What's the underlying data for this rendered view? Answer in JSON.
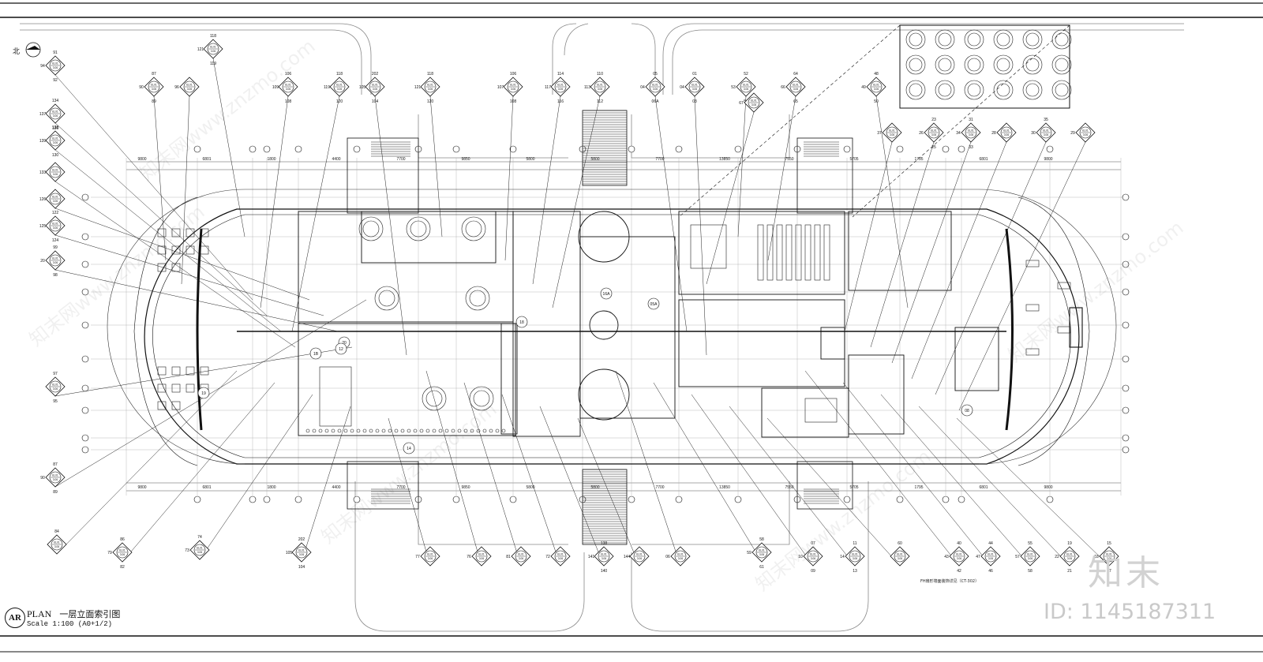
{
  "plan": {
    "badge": "AR",
    "title": "PLAN",
    "title_cn": "一层立面索引图",
    "scale": "Scale  1:100 (A0+1/2)"
  },
  "north_label": "北",
  "brand": {
    "logo": "知末",
    "id": "ID: 1145187311",
    "watermark": "知末网www.znzmo.com"
  },
  "note": "FH扇形墙面装饰详见（CT-302）",
  "top_dims": [
    "9800",
    "6801",
    "1800",
    "4400",
    "7700",
    "9850",
    "5800",
    "5800",
    "7700",
    "13850",
    "7550",
    "5705",
    "1795",
    "6801",
    "9800"
  ],
  "symbols_top": [
    {
      "top": "118",
      "bottom": "119",
      "left": "121"
    },
    {
      "top": "87",
      "bottom": "89",
      "left": "90"
    },
    {
      "top": "",
      "bottom": "",
      "left": "96"
    },
    {
      "top": "106",
      "bottom": "108",
      "left": "109"
    },
    {
      "top": "118",
      "bottom": "120",
      "left": "119"
    },
    {
      "top": "202",
      "bottom": "104",
      "left": "105"
    },
    {
      "top": "118",
      "bottom": "120",
      "left": "121"
    },
    {
      "top": "106",
      "bottom": "108",
      "left": "107"
    },
    {
      "top": "114",
      "bottom": "116",
      "left": "117"
    },
    {
      "top": "110",
      "bottom": "112",
      "left": "113"
    },
    {
      "top": "05",
      "bottom": "06A",
      "left": "04"
    },
    {
      "top": "01",
      "bottom": "03",
      "left": "04"
    },
    {
      "top": "52",
      "bottom": "54",
      "left": "53"
    },
    {
      "top": "64",
      "bottom": "65",
      "left": "66"
    },
    {
      "top": "",
      "bottom": "",
      "left": "67"
    },
    {
      "top": "48",
      "bottom": "50",
      "left": "49"
    }
  ],
  "symbols_right": [
    {
      "top": "",
      "bottom": "",
      "left": "37"
    },
    {
      "top": "23",
      "bottom": "25",
      "left": "26"
    },
    {
      "top": "31",
      "bottom": "33",
      "left": "34"
    },
    {
      "top": "",
      "bottom": "",
      "left": "28"
    },
    {
      "top": "35",
      "bottom": "",
      "left": "30"
    },
    {
      "top": "",
      "bottom": "",
      "left": "29"
    }
  ],
  "symbols_left": [
    {
      "top": "91",
      "bottom": "92",
      "left": "94"
    },
    {
      "top": "134",
      "bottom": "136",
      "left": "137"
    },
    {
      "top": "128",
      "bottom": "130",
      "left": "139"
    },
    {
      "top": "",
      "bottom": "",
      "left": "133"
    },
    {
      "top": "",
      "bottom": "",
      "left": "126"
    },
    {
      "top": "122",
      "bottom": "124",
      "left": "125"
    },
    {
      "top": "99",
      "bottom": "98",
      "left": "20"
    },
    {
      "top": "97",
      "bottom": "95",
      "left": ""
    },
    {
      "top": "87",
      "bottom": "89",
      "left": "90"
    }
  ],
  "symbols_bottom": [
    {
      "top": "84",
      "bottom": "",
      "left": ""
    },
    {
      "top": "86",
      "bottom": "82",
      "left": "79"
    },
    {
      "top": "74",
      "bottom": "",
      "left": "73"
    },
    {
      "top": "202",
      "bottom": "104",
      "left": "105"
    },
    {
      "top": "",
      "bottom": "",
      "left": "77"
    },
    {
      "top": "",
      "bottom": "",
      "left": "76"
    },
    {
      "top": "",
      "bottom": "",
      "left": "81"
    },
    {
      "top": "",
      "bottom": "",
      "left": "72"
    },
    {
      "top": "138",
      "bottom": "140",
      "left": "141"
    },
    {
      "top": "",
      "bottom": "",
      "left": "144"
    },
    {
      "top": "",
      "bottom": "",
      "left": "06"
    },
    {
      "top": "58",
      "bottom": "61",
      "left": "59"
    },
    {
      "top": "07",
      "bottom": "09",
      "left": "10"
    },
    {
      "top": "11",
      "bottom": "13",
      "left": "14"
    },
    {
      "top": "60",
      "bottom": "",
      "left": ""
    },
    {
      "top": "40",
      "bottom": "42",
      "left": "43"
    },
    {
      "top": "44",
      "bottom": "46",
      "left": "47"
    },
    {
      "top": "55",
      "bottom": "58",
      "left": "57"
    },
    {
      "top": "19",
      "bottom": "21",
      "left": "22"
    },
    {
      "top": "15",
      "bottom": "17",
      "left": "18"
    }
  ],
  "room_tags": [
    "16A",
    "19",
    "20",
    "1B",
    "05A",
    "14",
    "18",
    "12",
    "08"
  ]
}
